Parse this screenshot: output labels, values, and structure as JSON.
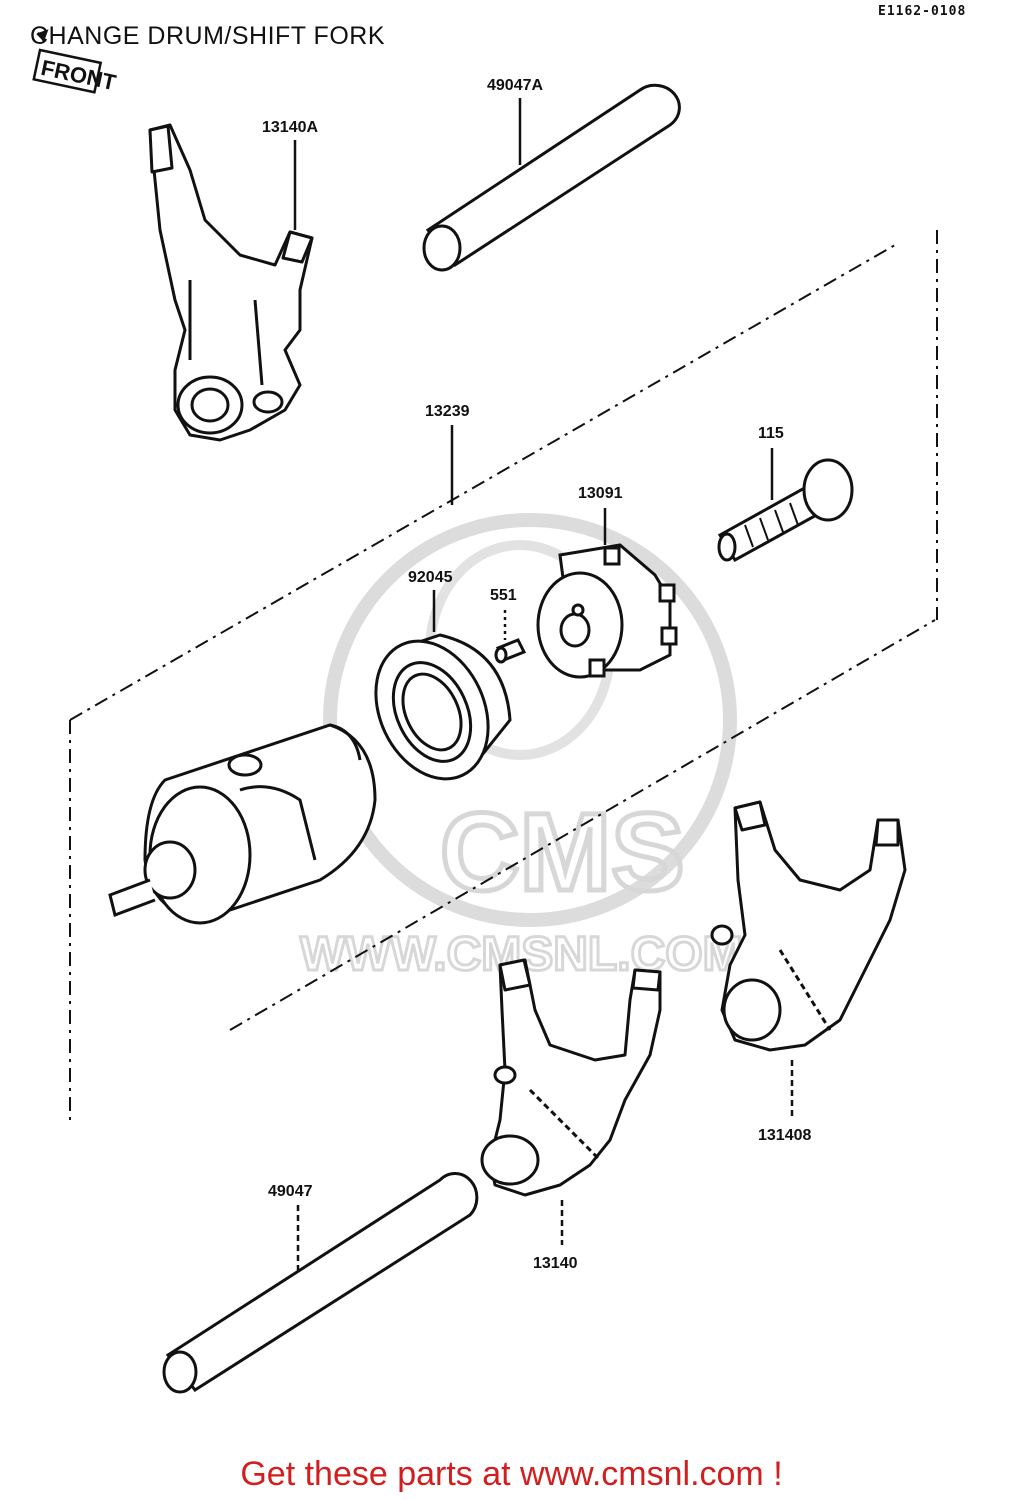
{
  "title": "CHANGE DRUM/SHIFT FORK",
  "diagram_code": "E1162-0108",
  "front_marker": "FRONT",
  "watermark": {
    "logo": "CMS",
    "url": "WWW.CMSNL.COM"
  },
  "parts": [
    {
      "number": "13140A",
      "description": "shift fork (upper left)"
    },
    {
      "number": "49047A",
      "description": "shift rod (upper)"
    },
    {
      "number": "13239"
    },
    {
      "number": "115"
    },
    {
      "number": "13091"
    },
    {
      "number": "92045"
    },
    {
      "number": "551"
    },
    {
      "number": "131408"
    },
    {
      "number": "49047"
    },
    {
      "number": "13140"
    }
  ],
  "footer": {
    "text": "Get these parts at www.cmsnl.com !"
  },
  "colors": {
    "footer": "#d21e1e",
    "line": "#111111",
    "watermark": "#d7d7d7"
  }
}
